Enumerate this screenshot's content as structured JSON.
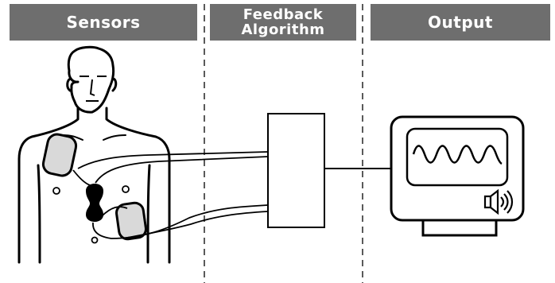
{
  "headers": {
    "sensors": "Sensors",
    "feedback_line1": "Feedback",
    "feedback_line2": "Algorithm",
    "output": "Output"
  },
  "colors": {
    "header_bg": "#6e6e6e",
    "header_text": "#ffffff",
    "stroke": "#000000",
    "electrode_fill": "#d9d9d9"
  },
  "icons": {
    "person": "torso-with-electrodes-icon",
    "algorithm": "algorithm-box",
    "monitor": "monitor-waveform-icon",
    "speaker": "speaker-icon"
  }
}
